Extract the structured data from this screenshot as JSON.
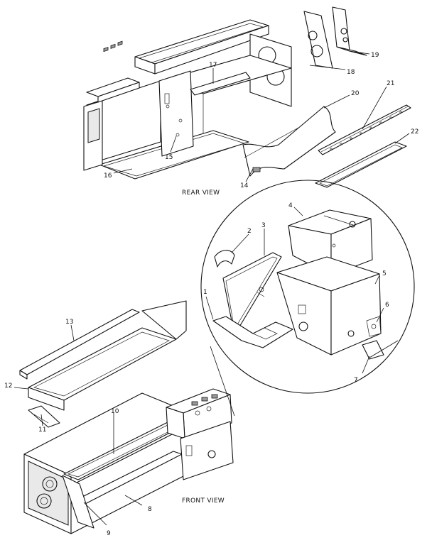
{
  "diagram": {
    "views": {
      "rear": "REAR VIEW",
      "front": "FRONT VIEW"
    },
    "callouts": {
      "c1": "1",
      "c2": "2",
      "c3": "3",
      "c4": "4",
      "c5": "5",
      "c6": "6",
      "c7": "7",
      "c8": "8",
      "c9": "9",
      "c10": "10",
      "c11": "11",
      "c12": "12",
      "c13": "13",
      "c14": "14",
      "c15": "15",
      "c16": "16",
      "c17": "17",
      "c18": "18",
      "c19": "19",
      "c20": "20",
      "c21": "21",
      "c22": "22"
    }
  }
}
